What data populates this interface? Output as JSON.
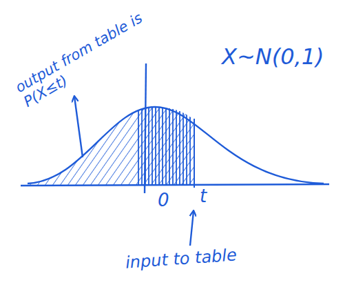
{
  "diagram": {
    "labels": [
      "output from table is P(X≤t)",
      "X~N(0,1)",
      "0",
      "t",
      "input to table"
    ]
  }
}
